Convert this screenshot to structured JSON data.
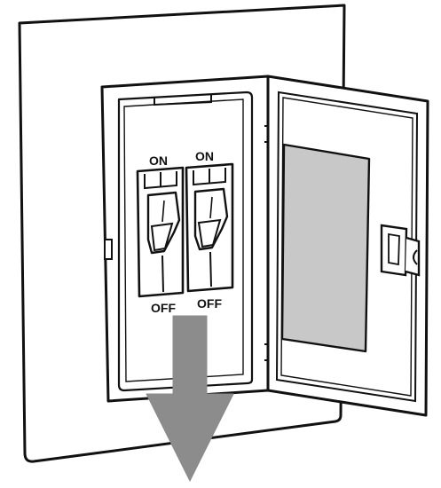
{
  "diagram": {
    "breaker_labels": {
      "left_on": "ON",
      "right_on": "ON",
      "left_off": "OFF",
      "right_off": "OFF"
    },
    "colors": {
      "outline": "#111111",
      "panel_fill": "#ffffff",
      "window_fill": "#c8c8c8",
      "arrow_fill": "#8c8c8c"
    },
    "arrow_direction": "down",
    "icons": {
      "arrow": "down-arrow-icon",
      "breaker": "toggle-switch-icon",
      "latch": "door-latch-icon"
    }
  }
}
